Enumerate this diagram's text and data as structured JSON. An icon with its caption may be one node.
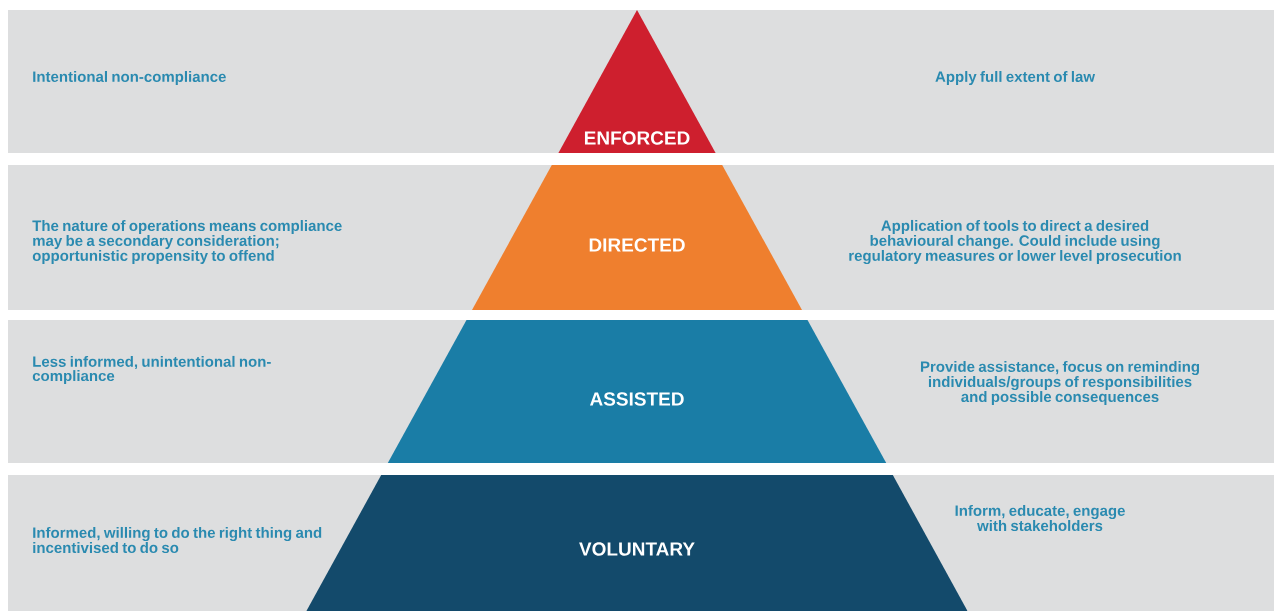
{
  "diagram": {
    "nodes": [
      {
        "text": [
          "Intentional non-compliance",
          "Apply full extent of law"
        ]
      },
      {
        "text": [
          "ENFORCED"
        ],
        "in": 0
      },
      {
        "text": [
          "The nature of operations means compliance may be a secondary consideration; opportunistic propensity to offend",
          "Application of tools to direct a desired behavioural change. Could include using regulatory measures or lower level prosecution"
        ]
      },
      {
        "text": [
          "DIRECTED"
        ],
        "in": 2
      },
      {
        "text": [
          "Less informed, unintentional non-compliance",
          "Provide assistance, focus on reminding individuals/groups of responsibilities and possible consequences"
        ]
      },
      {
        "text": [
          "ASSISTED"
        ],
        "in": 4
      },
      {
        "text": [
          "Informed, willing to do the right thing and incentivised to do so",
          "Inform, educate, engage with stakeholders"
        ]
      },
      {
        "text": [
          "VOLUNTARY"
        ],
        "in": 6
      }
    ],
    "edges": []
  }
}
